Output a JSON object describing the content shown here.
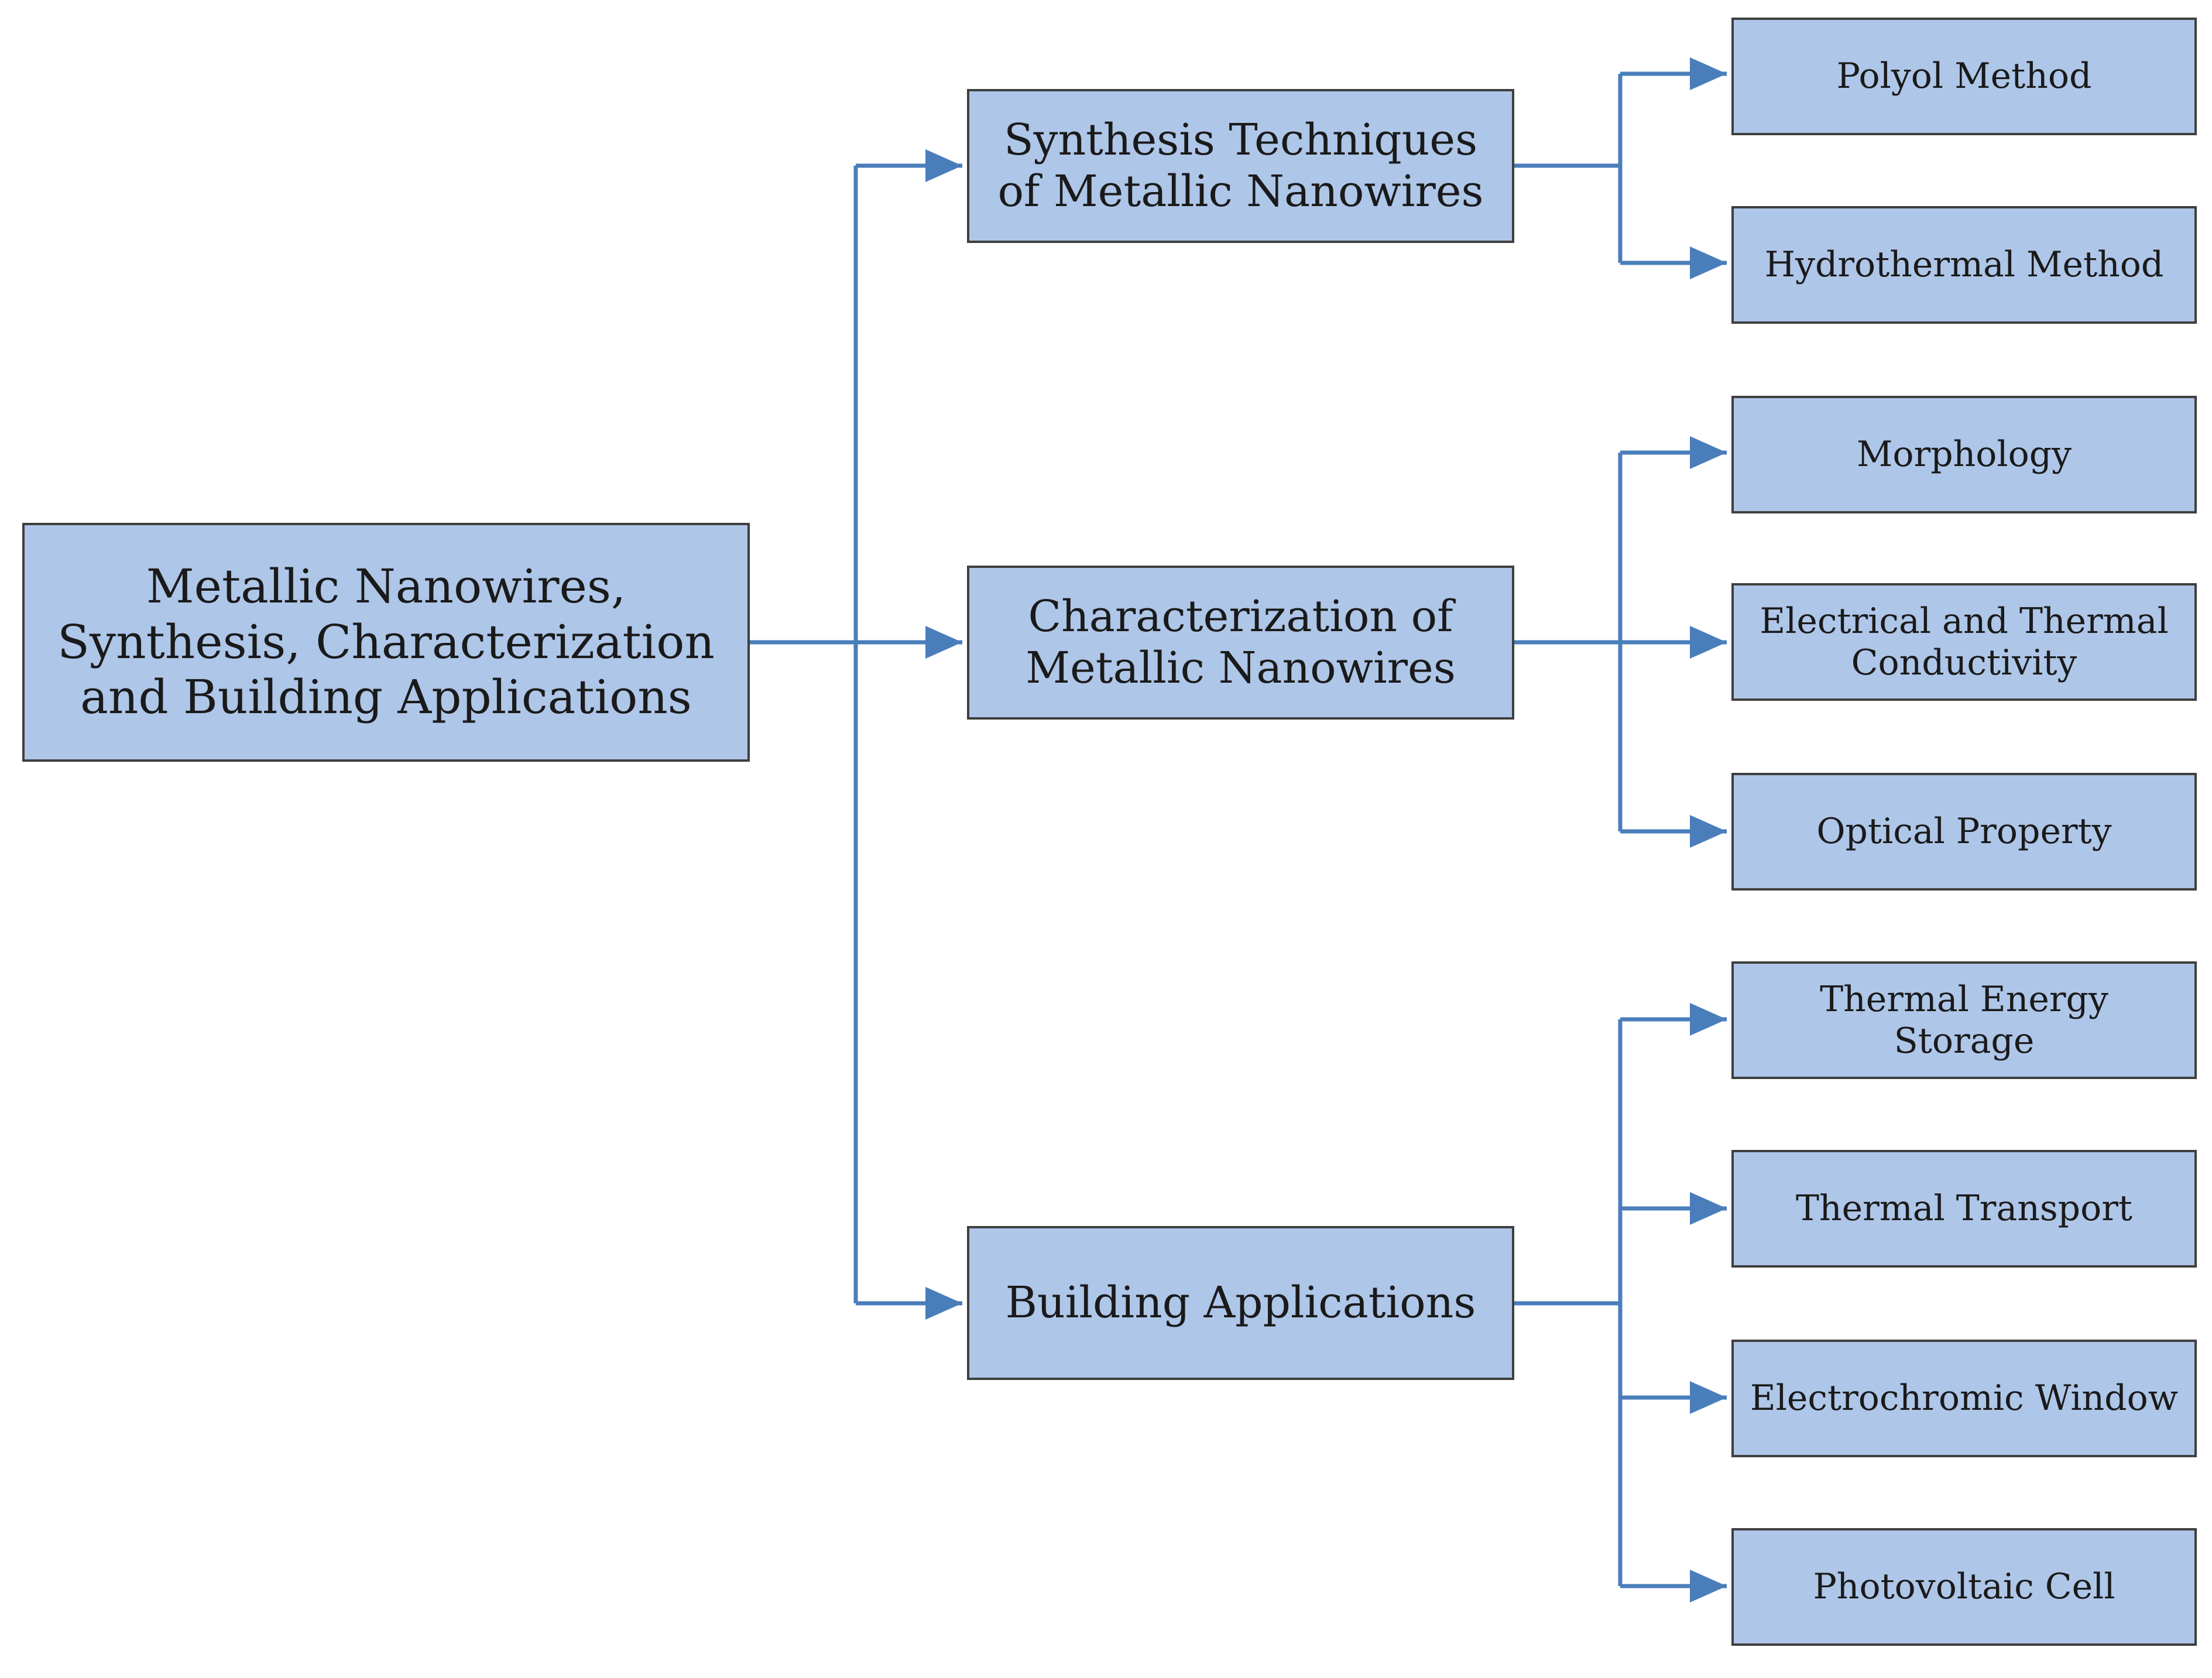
{
  "root": {
    "label": "Metallic Nanowires, Synthesis, Characterization and Building Applications"
  },
  "branches": [
    {
      "label": "Synthesis Techniques of Metallic Nanowires",
      "children": [
        "Polyol Method",
        "Hydrothermal Method"
      ]
    },
    {
      "label": "Characterization of Metallic Nanowires",
      "children": [
        "Morphology",
        "Electrical and Thermal Conductivity",
        "Optical Property"
      ]
    },
    {
      "label": "Building Applications",
      "children": [
        "Thermal Energy Storage",
        "Thermal Transport",
        "Electrochromic Window",
        "Photovoltaic Cell"
      ]
    }
  ],
  "colors": {
    "box_fill": "#aec6e8",
    "box_border": "#3f3f3f",
    "connector": "#4a7ebb"
  }
}
